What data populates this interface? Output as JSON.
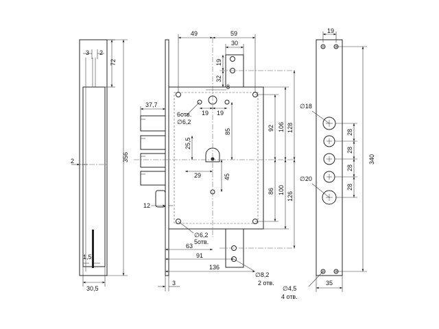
{
  "dimensions": {
    "left_w1": "3",
    "left_w2": "2",
    "left_72": "72",
    "left_356": "356",
    "left_2": "2",
    "left_15": "1,5",
    "left_305": "30,5",
    "top_49": "49",
    "top_59": "59",
    "top_30": "30",
    "v_19": "19",
    "v_32": "32",
    "h_8": "8",
    "h_19a": "19",
    "h_19b": "19",
    "hole_6_label": "6отв.",
    "hole_62_a": "∅6,2",
    "h_377": "37,7",
    "v_255": "25,5",
    "h_29": "29",
    "v_85": "85",
    "v_45": "45",
    "v_92": "92",
    "v_106": "106",
    "v_128": "128",
    "v_86": "86",
    "v_100": "100",
    "v_126": "126",
    "h_12": "12",
    "hole_62_b": "∅6,2",
    "hole_5_label": "5отв.",
    "h_63": "63",
    "h_91": "91",
    "h_136": "136",
    "h_3": "3",
    "hole_82": "∅8,2",
    "hole_2_label": "2 отв.",
    "right_19": "19",
    "right_d18": "∅18",
    "right_28a": "28",
    "right_28b": "28",
    "right_28c": "28",
    "right_28d": "28",
    "right_d20": "∅20",
    "right_340": "340",
    "right_35": "35",
    "right_d45": "∅4,5",
    "right_4_label": "4 отв."
  }
}
